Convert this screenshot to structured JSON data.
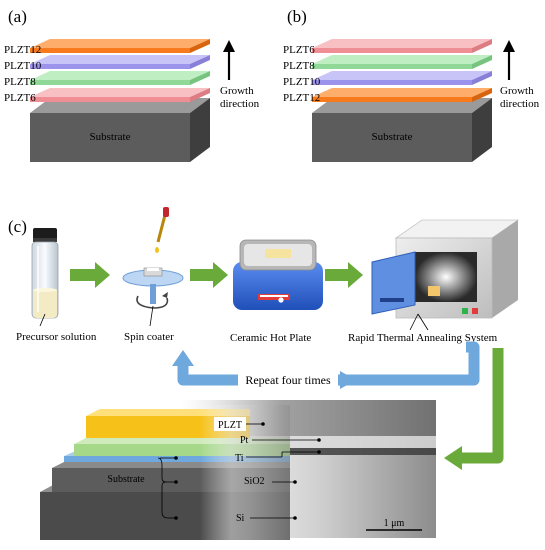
{
  "panels": {
    "a": {
      "label": "(a)",
      "layers": [
        "PLZT12",
        "PLZT10",
        "PLZT8",
        "PLZT6"
      ],
      "substrate": "Substrate",
      "growth": [
        "Growth",
        "direction"
      ]
    },
    "b": {
      "label": "(b)",
      "layers": [
        "PLZT6",
        "PLZT8",
        "PLZT10",
        "PLZT12"
      ],
      "substrate": "Substrate",
      "growth": [
        "Growth",
        "direction"
      ]
    },
    "c": {
      "label": "(c)",
      "steps": {
        "precursor": "Precursor solution",
        "spin": "Spin coater",
        "hotplate": "Ceramic Hot Plate",
        "rta": "Rapid Thermal Annealing System"
      },
      "repeat": "Repeat four times",
      "stack": {
        "plzt": "PLZT",
        "pt": "Pt",
        "ti": "Ti",
        "substrate": "Substrate",
        "sio2": "SiO2",
        "si": "Si",
        "scale": "1 μm"
      }
    }
  },
  "colors": {
    "plzt12": "#ff8a2a",
    "plzt10": "#a9a2f2",
    "plzt8": "#9fe3a6",
    "plzt6": "#f6a6ab",
    "substrate": "#5a5a5a",
    "arrow_green": "#6aaa3a",
    "arrow_blue": "#5b9bd5",
    "plzt_yellow": "#f6c21a",
    "pt_green": "#a6d88a",
    "ti_blue": "#6ea8de"
  }
}
